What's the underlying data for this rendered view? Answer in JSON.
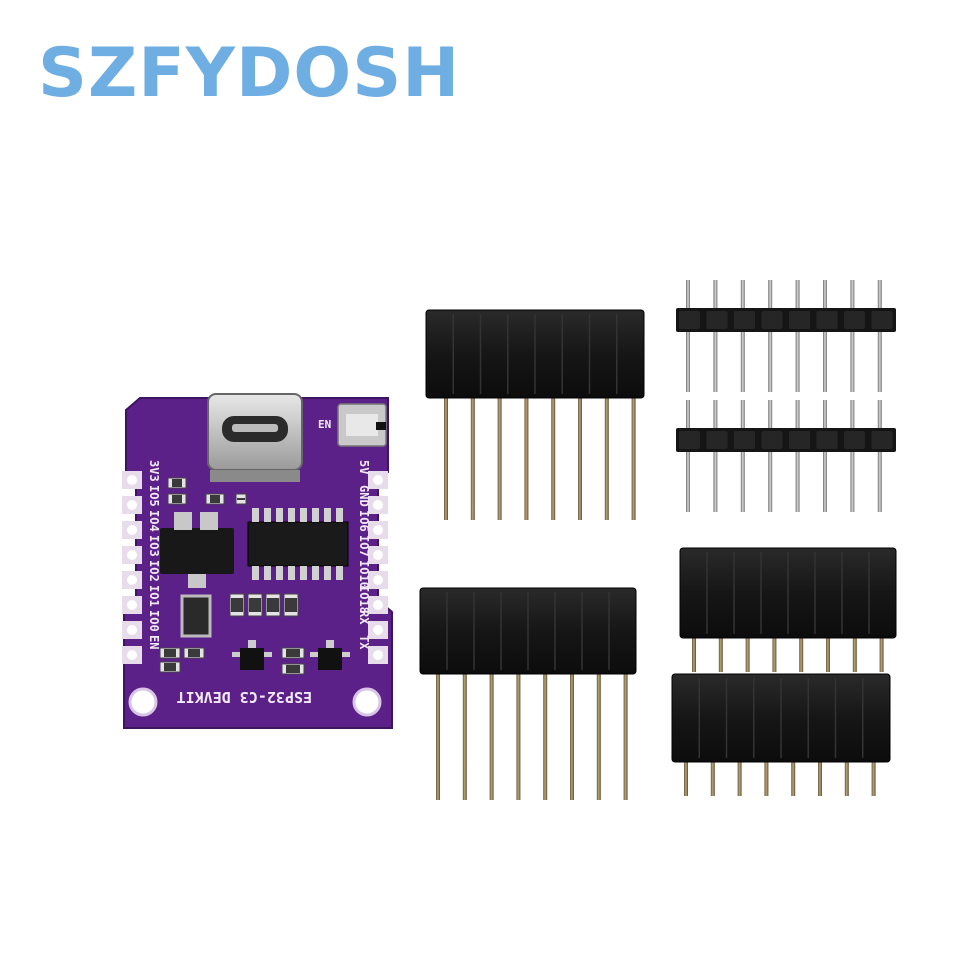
{
  "brand": {
    "text": "SZFYDOSH",
    "color": "#6faee3"
  },
  "board": {
    "color": "#5a1f86",
    "title": "ESP32-C3 DEVKIT",
    "en_label": "EN",
    "left_pins": [
      "3V3",
      "IO5",
      "IO4",
      "IO3",
      "IO2",
      "IO1",
      "IO0",
      "EN"
    ],
    "right_pins": [
      "5V",
      "GND",
      "IO6",
      "IO7",
      "IO10",
      "IO18",
      "RX",
      "TX"
    ]
  },
  "accessories": {
    "female_headers": 4,
    "male_headers": 2,
    "pins_per_header": 8
  }
}
